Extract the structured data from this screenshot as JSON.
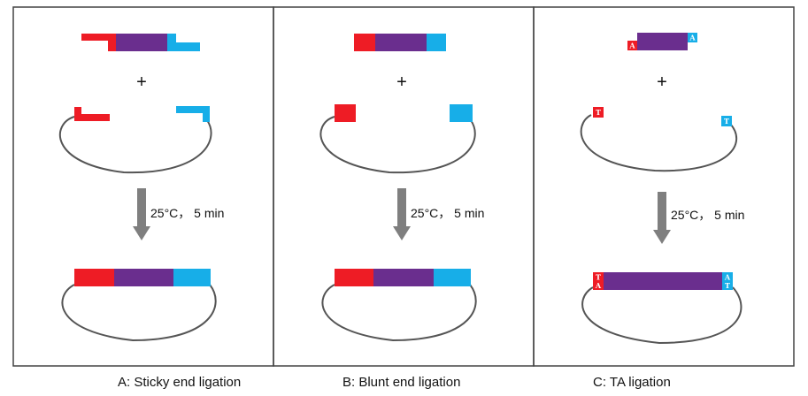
{
  "panels": [
    {
      "id": "A",
      "caption": "A: Sticky end ligation",
      "plus": "+",
      "condition": "25°C， 5 min"
    },
    {
      "id": "B",
      "caption": "B: Blunt end ligation",
      "plus": "+",
      "condition": "25°C， 5 min"
    },
    {
      "id": "C",
      "caption": "C: TA ligation",
      "plus": "+",
      "condition": "25°C， 5 min",
      "overhang_insert_left": "A",
      "overhang_insert_right": "A",
      "overhang_vector_left": "T",
      "overhang_vector_right": "T"
    }
  ],
  "colors": {
    "red": "#ee1c25",
    "purple": "#6a2e8e",
    "blue": "#17aee8",
    "arrow": "#7f7f7f",
    "plasmid": "#555555",
    "border": "#444444"
  }
}
